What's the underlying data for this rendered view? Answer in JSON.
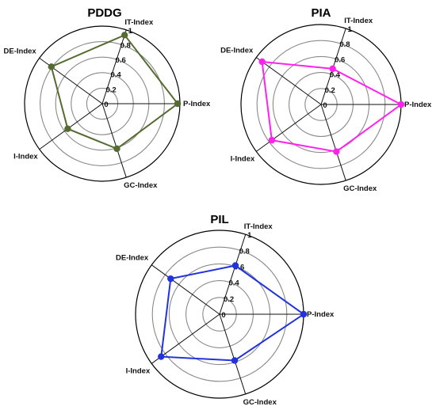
{
  "chart_data": [
    {
      "type": "radar",
      "title": "PDDG",
      "axes": [
        "P-Index",
        "IT-Index",
        "DE-Index",
        "I-Index",
        "GC-Index"
      ],
      "ticks": [
        "0",
        "0.2",
        "0.4",
        "0.6",
        "0.8",
        "1"
      ],
      "rlim": [
        0,
        1
      ],
      "color": "#556b2f",
      "values": [
        0.97,
        0.93,
        0.81,
        0.55,
        0.61
      ]
    },
    {
      "type": "radar",
      "title": "PIA",
      "axes": [
        "P-Index",
        "IT-Index",
        "DE-Index",
        "I-Index",
        "GC-Index"
      ],
      "ticks": [
        "0",
        "0.2",
        "0.4",
        "0.6",
        "0.8",
        "1"
      ],
      "rlim": [
        0,
        1
      ],
      "color": "#ff22ee",
      "values": [
        1.0,
        0.47,
        0.91,
        0.76,
        0.62
      ]
    },
    {
      "type": "radar",
      "title": "PIL",
      "axes": [
        "P-Index",
        "IT-Index",
        "DE-Index",
        "I-Index",
        "GC-Index"
      ],
      "ticks": [
        "0",
        "0.2",
        "0.4",
        "0.6",
        "0.8",
        "1"
      ],
      "rlim": [
        0,
        1
      ],
      "color": "#2233dd",
      "values": [
        1.0,
        0.61,
        0.72,
        0.86,
        0.58
      ]
    }
  ]
}
